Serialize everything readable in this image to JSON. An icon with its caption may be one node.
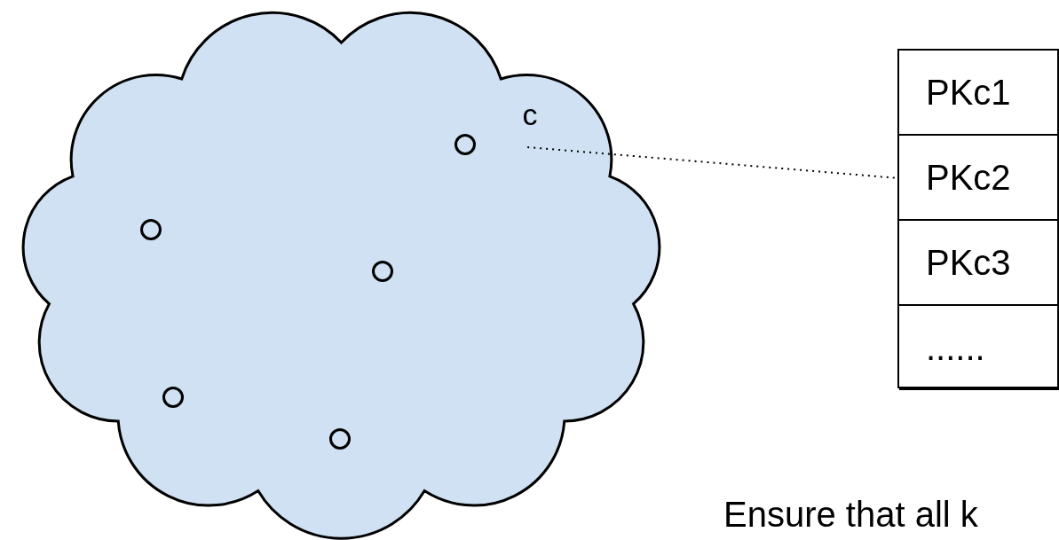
{
  "diagram": {
    "nodes": [
      {
        "text": [],
        "shape": "cloud"
      },
      {
        "text": [
          "c"
        ],
        "in": 0
      },
      {
        "text": [],
        "shape": "circle",
        "in": 0
      },
      {
        "text": [],
        "shape": "circle",
        "in": 0
      },
      {
        "text": [],
        "shape": "circle",
        "in": 0
      },
      {
        "text": [],
        "shape": "circle",
        "in": 0
      },
      {
        "text": [],
        "shape": "circle",
        "in": 0
      },
      {
        "text": [],
        "shape": "box"
      },
      {
        "text": [
          "PKc1"
        ],
        "in": 7
      },
      {
        "text": [
          "PKc2"
        ],
        "in": 7
      },
      {
        "text": [
          "PKc3"
        ],
        "in": 7
      },
      {
        "text": [
          "......"
        ],
        "in": 7
      }
    ],
    "edges": [
      {
        "from": 1,
        "to": 9,
        "arrow": "none",
        "style": "dashed"
      }
    ],
    "labels": [
      "Ensure that all k"
    ]
  }
}
